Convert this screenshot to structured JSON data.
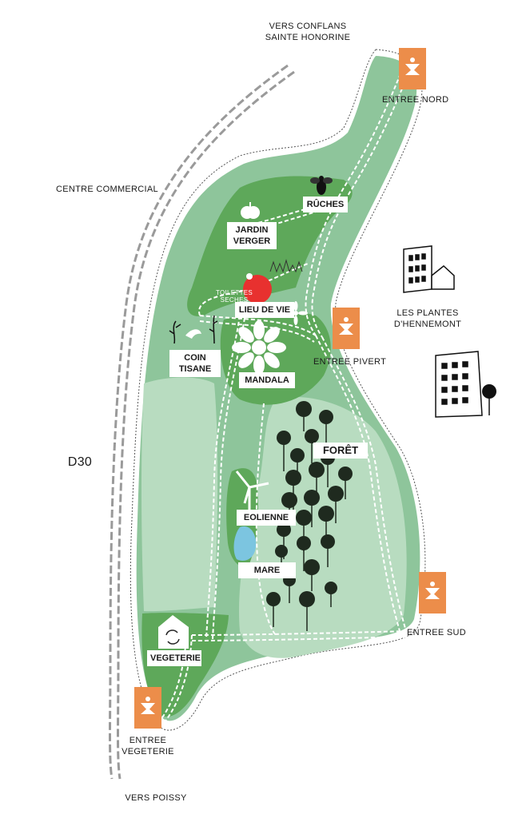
{
  "labels": {
    "north_road": "VERS CONFLANS\nSAINTE HONORINE",
    "south_road": "VERS POISSY",
    "mall": "CENTRE COMMERCIAL",
    "road": "D30",
    "neighbourhood": "LES PLANTES\nD'HENNEMONT"
  },
  "entrances": {
    "north": "ENTREE NORD",
    "pivert": "ENTREE PIVERT",
    "south": "ENTREE SUD",
    "vegeterie": "ENTREE\nVEGETERIE"
  },
  "places": {
    "ruches": "RÛCHES",
    "jardin": "JARDIN\nVERGER",
    "toilettes": "TOILETTES\nSECHES",
    "lieu_de_vie": "LIEU DE VIE",
    "coin_tisane": "COIN\nTISANE",
    "mandala": "MANDALA",
    "foret": "FORÊT",
    "eolienne": "EOLIENNE",
    "mare": "MARE",
    "vegeterie": "VEGETERIE"
  },
  "colors": {
    "park": "#8ec59b",
    "dark_green": "#5ea85a",
    "light_green": "#b8dcc0",
    "entry": "#ec8d4a",
    "tree": "#1f2a1f",
    "water": "#7cc5e0",
    "toilet": "#e8312f"
  },
  "icons": [
    "bee-icon",
    "apple-icon",
    "toilet-icon",
    "mandala-flower-icon",
    "wind-turbine-icon",
    "recycle-icon",
    "tree-icon",
    "entrance-icon",
    "building-icon"
  ]
}
